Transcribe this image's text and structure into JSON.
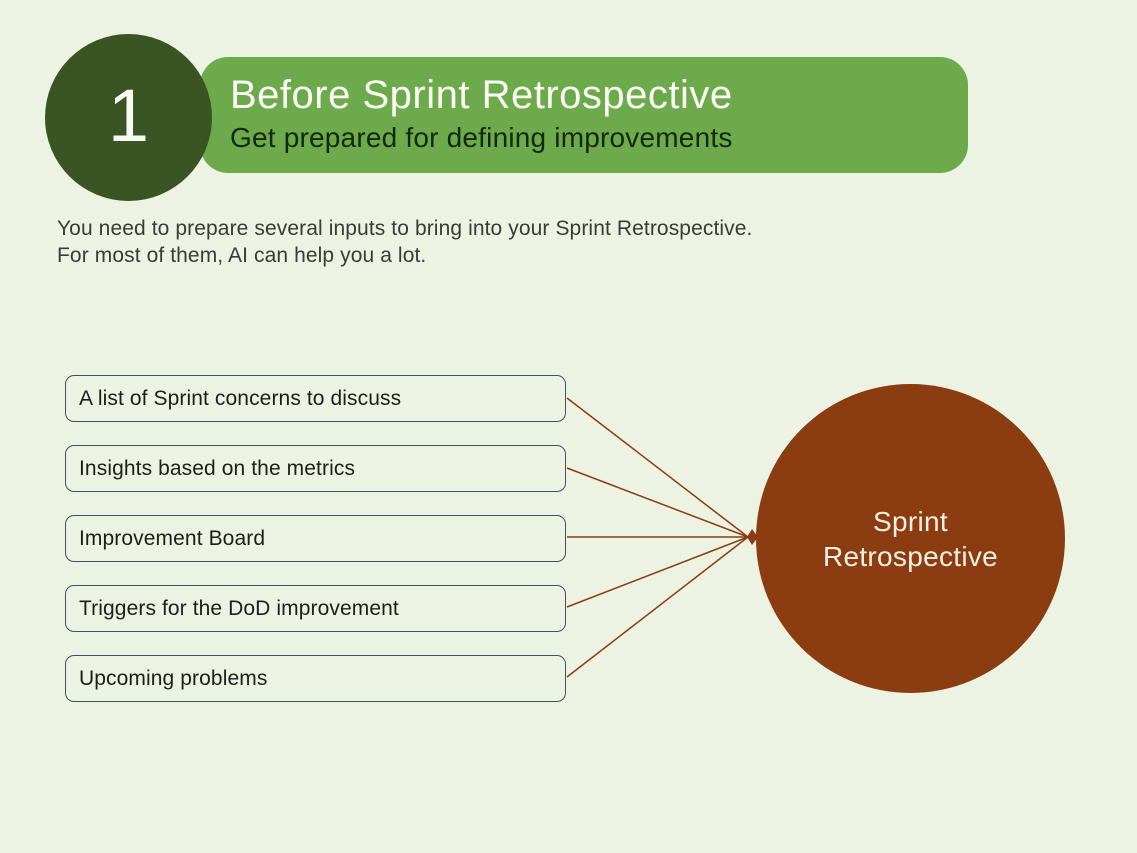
{
  "header": {
    "step_number": "1",
    "title": "Before Sprint Retrospective",
    "subtitle": "Get prepared for defining improvements"
  },
  "intro": {
    "line1": "You need to prepare several inputs to bring into your Sprint Retrospective.",
    "line2": "For most of them, AI can help you a lot."
  },
  "inputs": [
    {
      "label": "A list of Sprint concerns to discuss"
    },
    {
      "label": "Insights based on the metrics"
    },
    {
      "label": "Improvement Board"
    },
    {
      "label": "Triggers for the DoD improvement"
    },
    {
      "label": "Upcoming problems"
    }
  ],
  "target": {
    "line1": "Sprint",
    "line2": "Retrospective"
  },
  "colors": {
    "background": "#edf3e3",
    "banner_green": "#6caa4c",
    "step_circle_green": "#3a5423",
    "subtitle_text": "#142706",
    "body_text": "#3a3a38",
    "box_border": "#40506a",
    "connector_brown": "#8b3c10",
    "target_circle_brown": "#8b3c10",
    "target_text_cream": "#f8f1e2"
  }
}
